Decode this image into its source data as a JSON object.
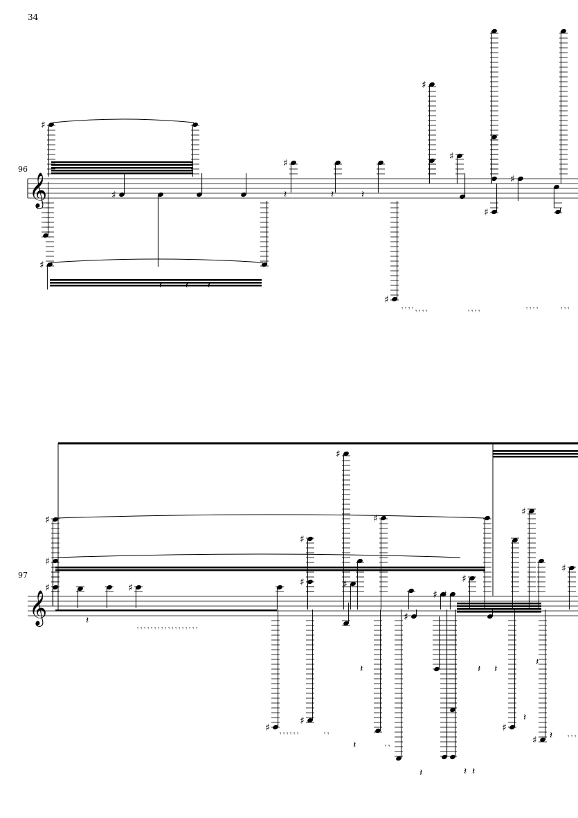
{
  "page": {
    "number": "34"
  },
  "systems": [
    {
      "measure_number": "96",
      "clef": "treble"
    },
    {
      "measure_number": "97",
      "clef": "treble"
    }
  ],
  "colors": {
    "ink": "#000000",
    "background": "#ffffff"
  }
}
